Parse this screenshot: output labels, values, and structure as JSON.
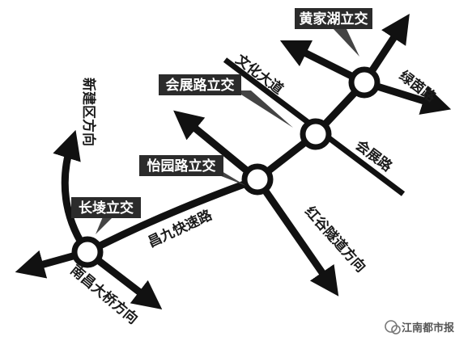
{
  "roads": {
    "wenhua": "文化大道",
    "huizhan": "会展路",
    "lvyin": "绿茵路",
    "changjiu": "昌九快速路",
    "hongguming": "红谷隧道方向",
    "xinjian": "新建区方向",
    "nanchang": "南昌大桥方向"
  },
  "interchanges": {
    "huangjiahu": "黄家湖立交",
    "huizhanlu": "会展路立交",
    "yiyuanlu": "怡园路立交",
    "changleng": "长堎立交"
  },
  "watermark": {
    "text": "江南都市报"
  },
  "colors": {
    "road": "#111111",
    "label_bg": "#2b2b2b"
  }
}
